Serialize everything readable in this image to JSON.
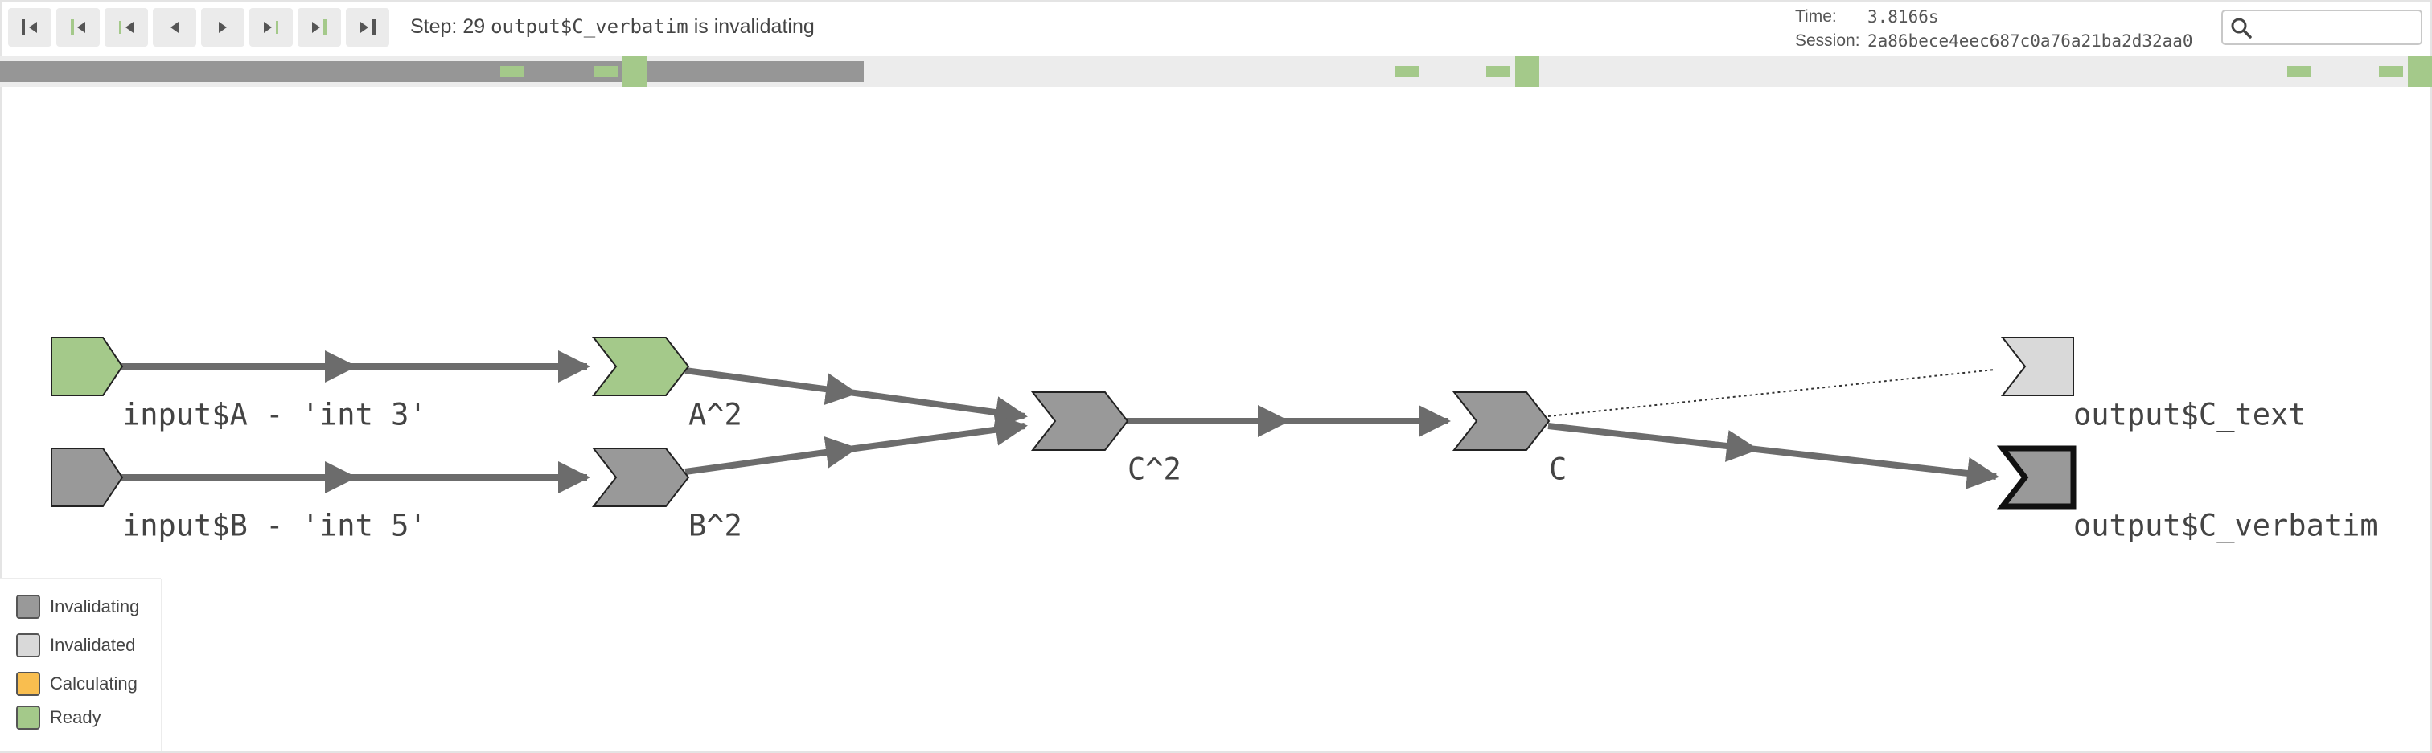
{
  "toolbar": {
    "buttons": [
      {
        "name": "go-to-start-button"
      },
      {
        "name": "prev-idle-button"
      },
      {
        "name": "prev-step-outline-button"
      },
      {
        "name": "step-back-button"
      },
      {
        "name": "step-forward-button"
      },
      {
        "name": "next-step-outline-button"
      },
      {
        "name": "next-idle-button"
      },
      {
        "name": "go-to-end-button"
      }
    ],
    "step_prefix": "Step: 29",
    "step_object": "output$C_verbatim",
    "step_suffix": "is invalidating"
  },
  "session_info": {
    "time_label": "Time:",
    "time_value": "3.8166s",
    "session_label": "Session:",
    "session_value": "2a86bece4eec687c0a76a21ba2d32aa0"
  },
  "search": {
    "placeholder": "",
    "value": ""
  },
  "timeline": {
    "progress_fraction": 0.355
  },
  "graph": {
    "nodes": [
      {
        "id": "inputA",
        "label": "input$A - 'int 3'",
        "state": "ready"
      },
      {
        "id": "inputB",
        "label": "input$B - 'int 5'",
        "state": "invalidating"
      },
      {
        "id": "A2",
        "label": "A^2",
        "state": "ready"
      },
      {
        "id": "B2",
        "label": "B^2",
        "state": "invalidating"
      },
      {
        "id": "C2",
        "label": "C^2",
        "state": "invalidating"
      },
      {
        "id": "C",
        "label": "C",
        "state": "invalidating"
      },
      {
        "id": "text",
        "label": "output$C_text",
        "state": "invalidated"
      },
      {
        "id": "verbatim",
        "label": "output$C_verbatim",
        "state": "invalidating",
        "active": true
      }
    ],
    "edges": [
      {
        "from": "inputA",
        "to": "A2",
        "style": "solid"
      },
      {
        "from": "inputB",
        "to": "B2",
        "style": "solid"
      },
      {
        "from": "A2",
        "to": "C2",
        "style": "solid"
      },
      {
        "from": "B2",
        "to": "C2",
        "style": "solid"
      },
      {
        "from": "C2",
        "to": "C",
        "style": "solid"
      },
      {
        "from": "C",
        "to": "text",
        "style": "dotted"
      },
      {
        "from": "C",
        "to": "verbatim",
        "style": "solid"
      }
    ]
  },
  "legend": {
    "items": [
      {
        "label": "Invalidating",
        "color": "#999999"
      },
      {
        "label": "Invalidated",
        "color": "#d9d9d9"
      },
      {
        "label": "Calculating",
        "color": "#f9be4f"
      },
      {
        "label": "Ready",
        "color": "#a4c98a"
      }
    ]
  },
  "colors": {
    "ready": "#a4c98a",
    "invalidating": "#999999",
    "invalidated": "#d9d9d9",
    "edge": "#6c6c6c",
    "timeline_tick": "#a4c98a"
  }
}
